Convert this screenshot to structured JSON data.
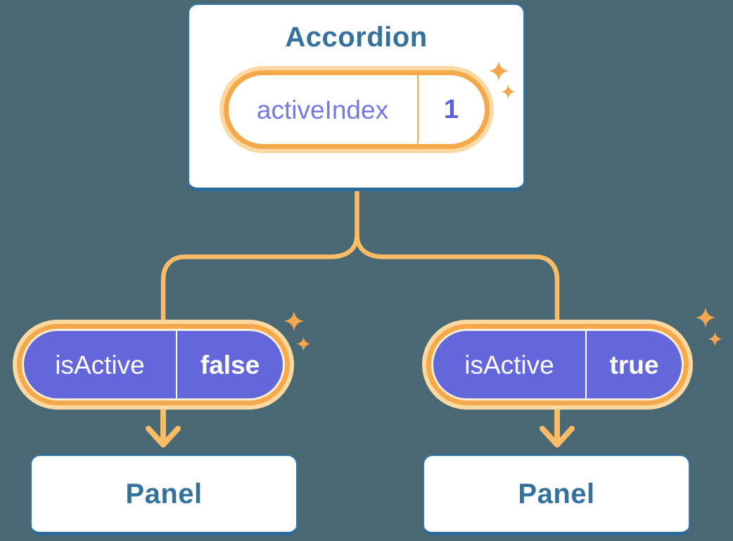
{
  "colors": {
    "bg": "#4a6873",
    "card_bg": "#ffffff",
    "card_border": "#3277ad",
    "card_border_bottom": "#2a6a9e",
    "heading": "#34719c",
    "line": "#f8bc66",
    "ring": "#f6a94b",
    "glow": "#fbd9a2",
    "cream": "#fcf0d9",
    "purple": "#6467d9",
    "pill_text": "#ffffff",
    "label_purple": "#7479e6",
    "value_purple": "#5b5fd9",
    "sparkle": "#f2a74f"
  },
  "accordion": {
    "title": "Accordion",
    "state_pill": {
      "label": "activeIndex",
      "value": "1"
    }
  },
  "branches": [
    {
      "side": "left",
      "prop_pill": {
        "label": "isActive",
        "value": "false"
      },
      "panel": {
        "title": "Panel"
      }
    },
    {
      "side": "right",
      "prop_pill": {
        "label": "isActive",
        "value": "true"
      },
      "panel": {
        "title": "Panel"
      }
    }
  ]
}
